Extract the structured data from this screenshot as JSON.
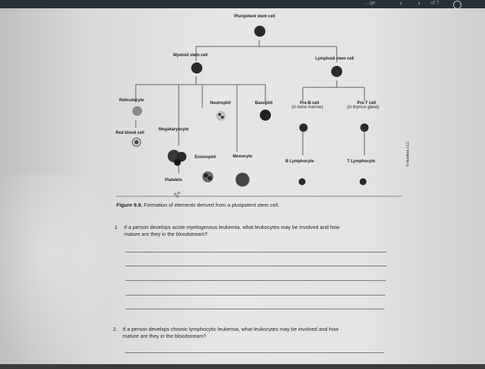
{
  "screen_bar": {
    "left_text": "...ge",
    "page_indicator": "of 7"
  },
  "diagram": {
    "pluripotent": "Pluripotent stem cell",
    "myeloid": "Myeloid stem cell",
    "lymphoid": "Lymphoid stem cell",
    "reticulocyte": "Reticulocyte",
    "neutrophil": "Neutrophil",
    "basophil": "Basophil",
    "preb_line1": "Pre-B cell",
    "preb_line2": "(in bone marrow)",
    "pret_line1": "Pre-T cell",
    "pret_line2": "(in thymus gland)",
    "rbc": "Red blood cell",
    "megakaryocyte": "Megakaryocyte",
    "eosinophil": "Eosinophil",
    "monocyte": "Monocyte",
    "b_lymphocyte": "B Lymphocyte",
    "t_lymphocyte": "T Lymphocyte",
    "platelets": "Platelets",
    "copyright": "© bluedoor, LLC"
  },
  "figure": {
    "number": "Figure 9.8.",
    "caption": "Formation of elements derived from a pluripotent stem cell."
  },
  "questions": [
    {
      "number": "1.",
      "line1": "If a person develops acute myelogenous leukemia, what leukocytes may be involved and how",
      "line2": "mature are they in the bloodstream?"
    },
    {
      "number": "2.",
      "line1": "If a person develops chronic lymphocytic leukemia, what leukocytes may be involved and how",
      "line2": "mature are they in the bloodstream?"
    }
  ]
}
